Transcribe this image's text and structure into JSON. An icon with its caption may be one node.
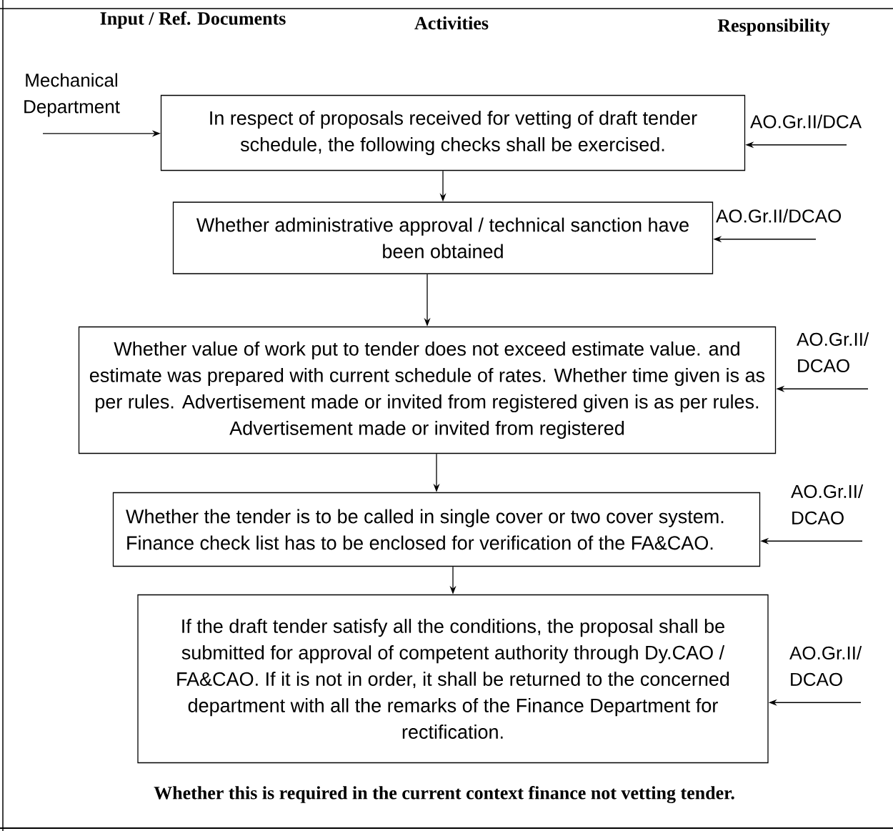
{
  "diagram": {
    "nodes": [
      {
        "text": [
          "Mechanical Department"
        ]
      },
      {
        "text": [
          "In respect of proposals received for vetting of draft tender schedule, the following checks shall be exercised."
        ]
      },
      {
        "text": [
          "AO.Gr.II/DCA"
        ]
      },
      {
        "text": [
          "Whether administrative approval / technical sanction have been obtained"
        ]
      },
      {
        "text": [
          "AO.Gr.II/DCAO"
        ]
      },
      {
        "text": [
          "Whether value of work put to tender does not exceed estimate value. and estimate was prepared with current schedule of rates. Whether time given is as per rules. Advertisement made or invited from registered given is as per rules. Advertisement made or invited from registered"
        ]
      },
      {
        "text": [
          "AO.Gr.II/ DCAO"
        ]
      },
      {
        "text": [
          "Whether the tender is to be called in single cover or two cover system. Finance check list has to be enclosed for verification of the FA&CAO."
        ]
      },
      {
        "text": [
          "AO.Gr.II/ DCAO"
        ]
      },
      {
        "text": [
          "If the draft tender satisfy all the conditions, the proposal shall be submitted for approval of competent authority through Dy.CAO / FA&CAO. If it is not in order, it shall be returned to the concerned department with all the remarks of the Finance Department for rectification."
        ]
      },
      {
        "text": [
          "AO.Gr.II/ DCAO"
        ]
      }
    ],
    "edges": [
      {
        "from": 0,
        "to": 1,
        "arrow": "to"
      },
      {
        "from": 2,
        "to": 1,
        "arrow": "to"
      },
      {
        "from": 1,
        "to": 3,
        "arrow": "to"
      },
      {
        "from": 4,
        "to": 3,
        "arrow": "to"
      },
      {
        "from": 3,
        "to": 5,
        "arrow": "to"
      },
      {
        "from": 6,
        "to": 5,
        "arrow": "to"
      },
      {
        "from": 5,
        "to": 7,
        "arrow": "to"
      },
      {
        "from": 8,
        "to": 7,
        "arrow": "to"
      },
      {
        "from": 7,
        "to": 9,
        "arrow": "to"
      },
      {
        "from": 10,
        "to": 9,
        "arrow": "to"
      }
    ],
    "labels": [
      "Input / Ref. Documents",
      "Activities",
      "Responsibility",
      "Whether this is required in the current context finance not vetting tender."
    ]
  }
}
